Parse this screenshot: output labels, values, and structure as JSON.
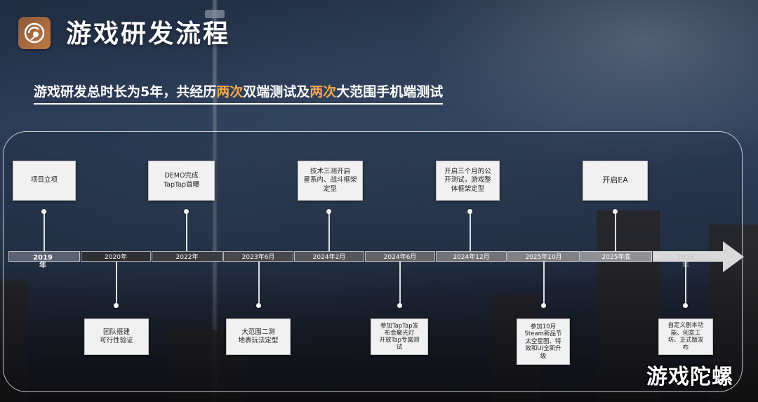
{
  "page": {
    "title": "游戏研发流程",
    "subtitle_parts": [
      "游戏研发总时长为5年，共经历",
      "两次",
      "双端测试及",
      "两次",
      "大范围手机端测试"
    ]
  },
  "colors": {
    "highlight": "#f2a74c",
    "card_bg": "#f1f1f1",
    "logo": "#c07a44"
  },
  "timeline": {
    "years": [
      "2019年",
      "2020年",
      "2022年",
      "2023年6月",
      "2024年2月",
      "2024年6月",
      "2024年12月",
      "2025年10月",
      "2025年底",
      "2026年"
    ],
    "top_events": [
      "项目立项",
      "DEMO完成\nTapTap首曝",
      "技术三测开启\n星系内、战斗框架\n定型",
      "开启三个月的公\n开测试，游戏整\n体框架定型",
      "开启EA"
    ],
    "bottom_events": [
      "团队搭建\n可行性验证",
      "大范围二测\n地表玩法定型",
      "参加TapTap发\n布会聚光灯\n开放Tap专属测\n试",
      "参加10月\nSteam新品节\n太空星图、特\n效和UI全新升\n级",
      "自定义剧本功\n能、创意工\n坊、正式版发\n布"
    ]
  },
  "watermark": "游戏陀螺",
  "icons": {
    "logo": "gyro-logo-icon"
  }
}
